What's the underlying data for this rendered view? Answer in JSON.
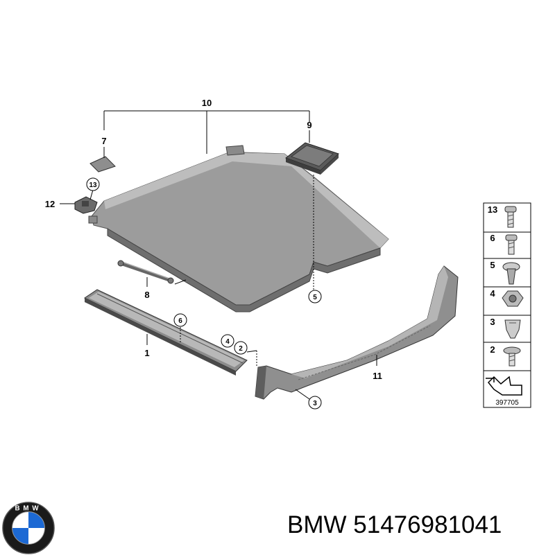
{
  "callouts": {
    "c1": "1",
    "c2": "2",
    "c3": "3",
    "c4": "4",
    "c5": "5",
    "c6": "6",
    "c7": "7",
    "c8": "8",
    "c9": "9",
    "c10": "10",
    "c11": "11",
    "c12": "12",
    "c13": "13"
  },
  "legend": {
    "items": [
      "13",
      "6",
      "5",
      "4",
      "3",
      "2"
    ],
    "drawing_id": "397705"
  },
  "logo": {
    "text": "BMW",
    "colors": {
      "blue": "#1c69d4",
      "white": "#ffffff",
      "ring": "#111111"
    }
  },
  "caption": {
    "brand": "BMW",
    "part_number": "51476981041"
  },
  "colors": {
    "panel": "#9a9a9a",
    "panel_dark": "#6f6f6f",
    "panel_light": "#c4c4c4",
    "line": "#000000"
  }
}
